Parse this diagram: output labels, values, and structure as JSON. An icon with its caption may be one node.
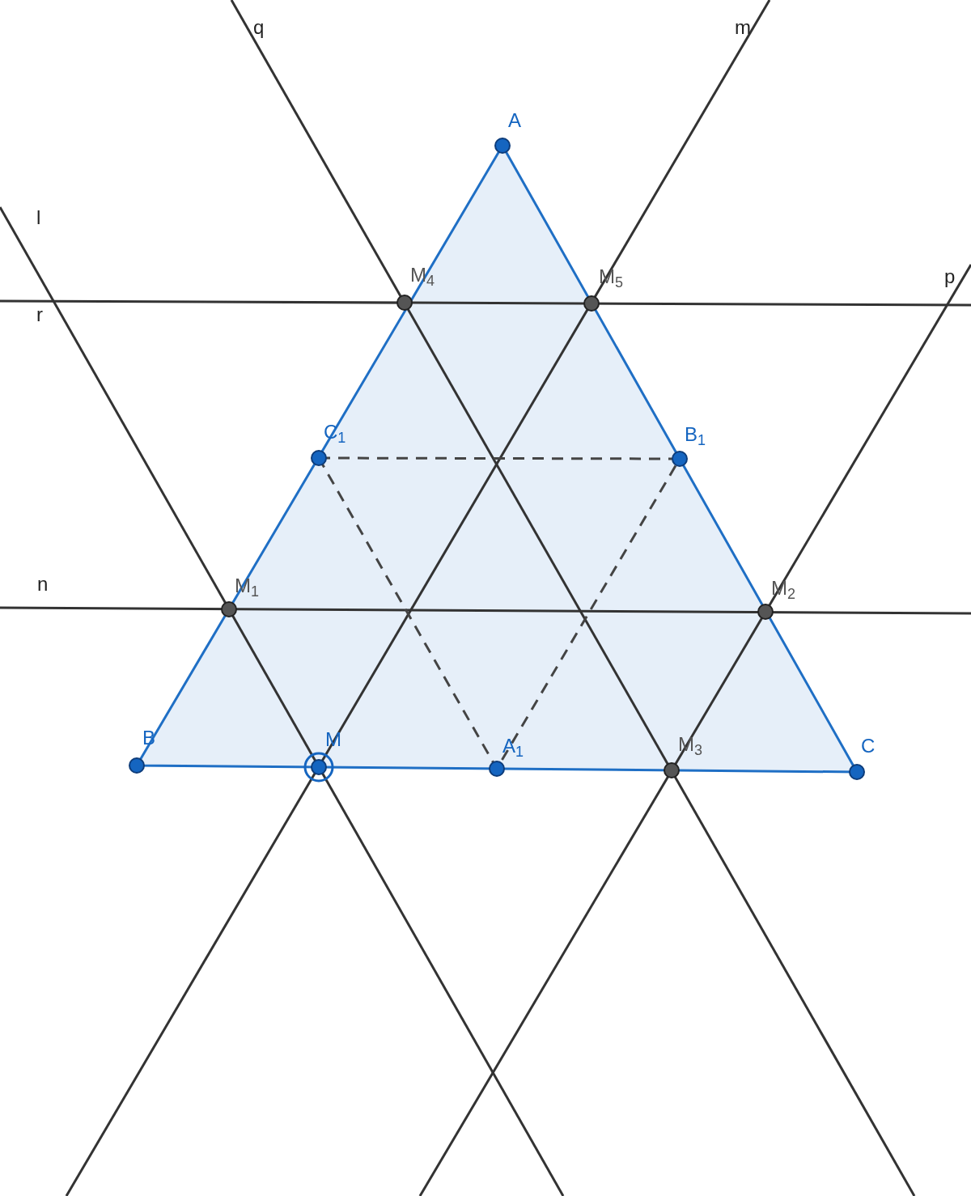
{
  "diagram": {
    "labels": [
      "q",
      "m",
      "A",
      "l",
      "M$_{4}$",
      "M$_{5}$",
      "p",
      "r",
      "C$_{1}$",
      "B$_{1}$",
      "n",
      "M$_{1}$",
      "M$_{2}$",
      "B",
      "M",
      "A$_{1}$",
      "M$_{3}$",
      "C"
    ]
  }
}
